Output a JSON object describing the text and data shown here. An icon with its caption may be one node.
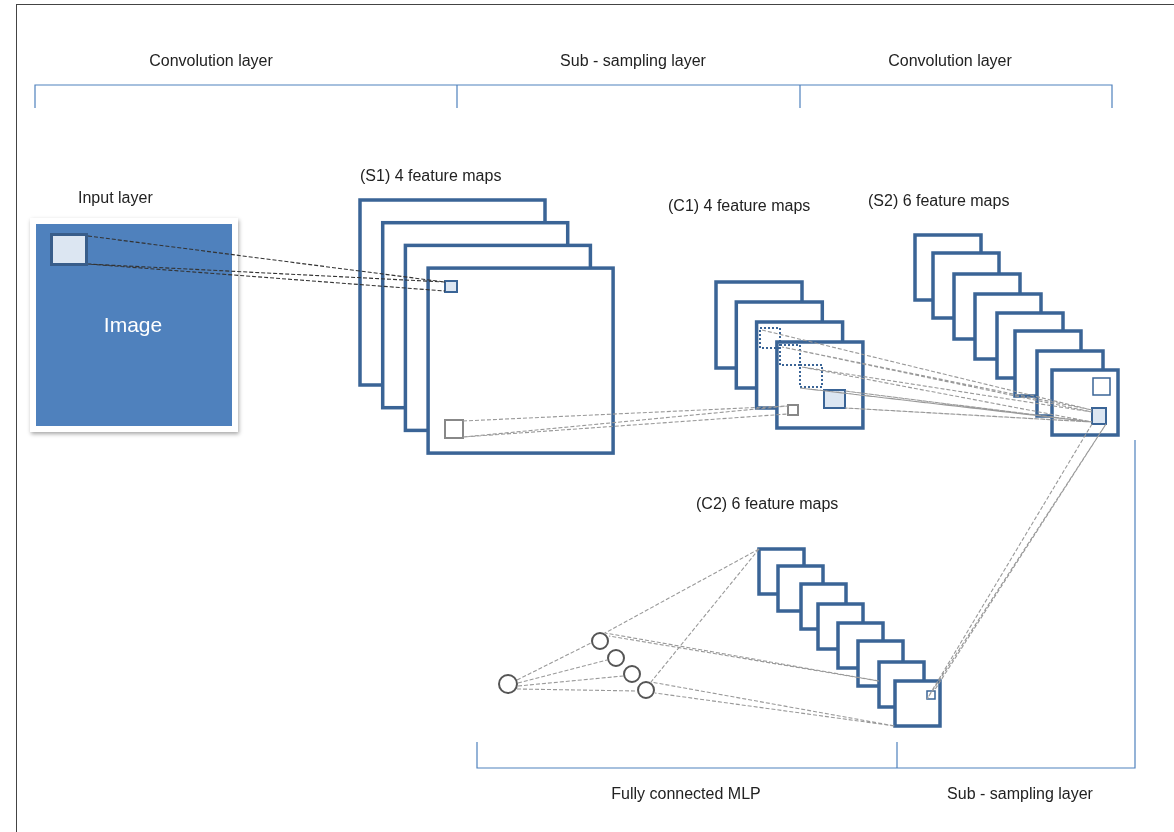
{
  "diagram": {
    "nodes": [
      {
        "text": [
          "Input layer",
          "Image"
        ]
      },
      {
        "text": [
          "(S1) 4 feature maps"
        ]
      },
      {
        "text": [
          "(C1) 4 feature maps"
        ]
      },
      {
        "text": [
          "(S2) 6 feature maps"
        ]
      },
      {
        "text": [
          "(C2) 6 feature maps"
        ]
      },
      {
        "text": [],
        "shape": "circle"
      },
      {
        "text": [],
        "shape": "circle"
      },
      {
        "text": [],
        "shape": "circle"
      },
      {
        "text": [],
        "shape": "circle"
      },
      {
        "text": [],
        "shape": "circle"
      }
    ],
    "edges": [
      {
        "from": 0,
        "to": 1,
        "arrow": "none",
        "style": "dashed",
        "color": "#333333"
      },
      {
        "from": 1,
        "to": 2,
        "arrow": "none",
        "style": "dashed"
      },
      {
        "from": 2,
        "to": 3,
        "arrow": "none",
        "style": "dashed"
      },
      {
        "from": 3,
        "to": 4,
        "arrow": "none",
        "style": "dashed"
      },
      {
        "from": 4,
        "to": 6,
        "arrow": "none",
        "style": "dashed"
      },
      {
        "from": 4,
        "to": 9,
        "arrow": "none",
        "style": "dashed"
      },
      {
        "from": 5,
        "to": 6,
        "arrow": "none",
        "style": "dashed"
      },
      {
        "from": 5,
        "to": 7,
        "arrow": "none",
        "style": "dashed"
      },
      {
        "from": 5,
        "to": 8,
        "arrow": "none",
        "style": "dashed"
      },
      {
        "from": 5,
        "to": 9,
        "arrow": "none",
        "style": "dashed"
      }
    ],
    "labels": [
      "Convolution layer",
      "Sub - sampling layer",
      "Convolution layer",
      "Fully connected MLP",
      "Sub - sampling layer"
    ]
  }
}
